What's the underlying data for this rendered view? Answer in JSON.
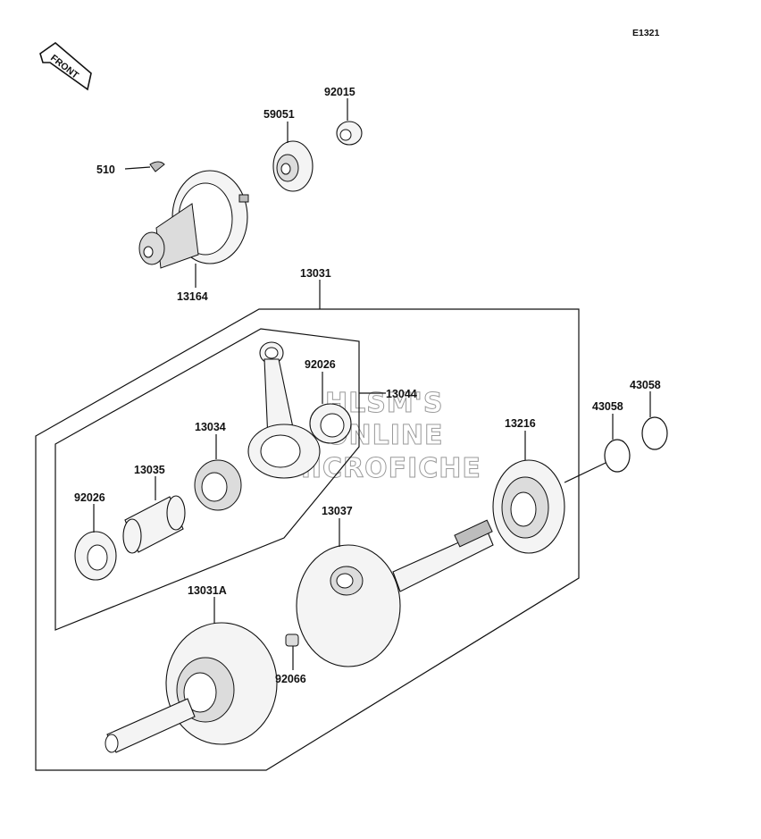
{
  "diagram_code": "E1321",
  "front_label": "FRONT",
  "watermark": {
    "line1": "HLSM'S",
    "line2": "ONLINE",
    "line3": "MICROFICHE"
  },
  "parts": {
    "p510": "510",
    "p13164": "13164",
    "p59051": "59051",
    "p92015": "92015",
    "p13031": "13031",
    "p92026_top": "92026",
    "p13044": "13044",
    "p13034": "13034",
    "p13035": "13035",
    "p92026_left": "92026",
    "p13037": "13037",
    "p13216": "13216",
    "p43058_a": "43058",
    "p43058_b": "43058",
    "p13031A": "13031A",
    "p92066": "92066"
  }
}
